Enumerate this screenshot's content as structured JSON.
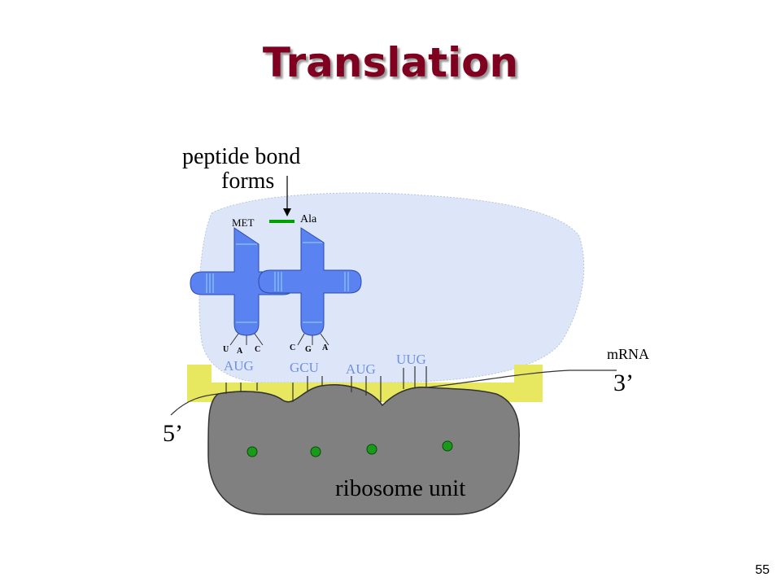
{
  "title": "Translation",
  "annotation": "peptide bond forms",
  "annotation_lines": [
    "peptide bond",
    "forms"
  ],
  "amino_acids": {
    "left": "MET",
    "right": "Ala"
  },
  "anticodons": {
    "left": [
      "U",
      "A",
      "C"
    ],
    "right": [
      "C",
      "G",
      "A"
    ]
  },
  "codons": [
    "AUG",
    "GCU",
    "AUG",
    "UUG"
  ],
  "mrna_label": "mRNA",
  "end_5": "5’",
  "end_3": "3’",
  "ribosome_label": "ribosome unit",
  "page_number": "55",
  "colors": {
    "title": "#800020",
    "ribosome_large": "#dce6f8",
    "ribosome_small": "#808080",
    "trna": "#5a82f0",
    "bond": "#00a000",
    "mrna_band": "#e8e860",
    "codon_text": "#7090e0",
    "dots": "#1a9a1a"
  }
}
